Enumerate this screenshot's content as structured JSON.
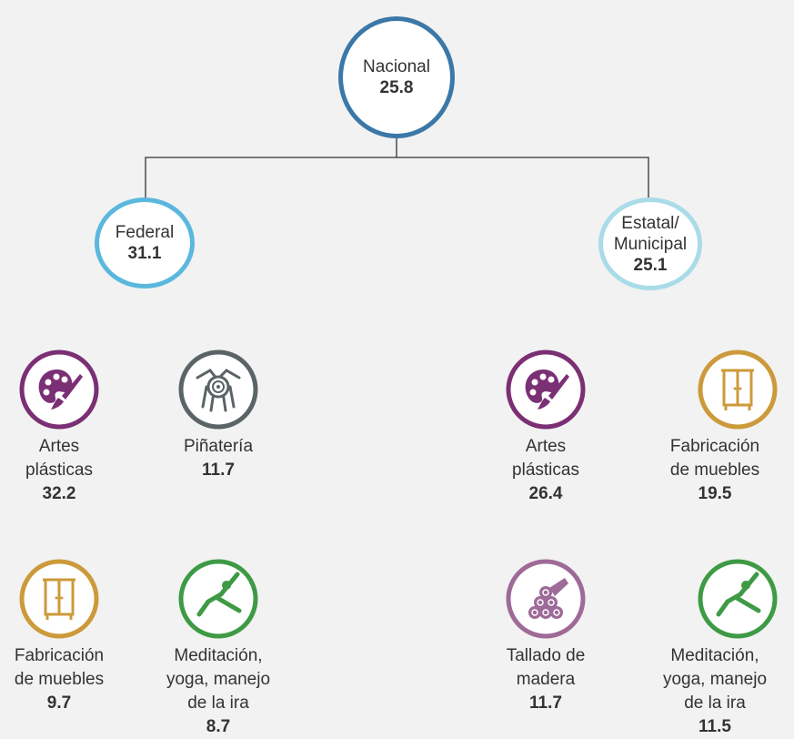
{
  "colors": {
    "background": "#f2f2f2",
    "nacional": "#3b78a8",
    "federal": "#5ab7dd",
    "estatal": "#a9dbe8",
    "artes": "#7b2f74",
    "pinateria": "#5a6466",
    "muebles": "#cc9a3a",
    "meditacion": "#3e9a45",
    "tallado": "#9e6a98",
    "connector": "#333333"
  },
  "nacional": {
    "label": "Nacional",
    "value": "25.8"
  },
  "federal": {
    "label": "Federal",
    "value": "31.1",
    "activities": [
      {
        "icon": "palette-brush-icon",
        "name": "Artes\nplásticas",
        "value": "32.2"
      },
      {
        "icon": "pinata-icon",
        "name": "Piñatería",
        "value": "11.7"
      },
      {
        "icon": "cabinet-icon",
        "name": "Fabricación\nde muebles",
        "value": "9.7"
      },
      {
        "icon": "yoga-pose-icon",
        "name": "Meditación,\nyoga, manejo\nde la ira",
        "value": "8.7"
      }
    ]
  },
  "estatal": {
    "label": "Estatal/\nMunicipal",
    "value": "25.1",
    "activities": [
      {
        "icon": "palette-brush-icon",
        "name": "Artes\nplásticas",
        "value": "26.4"
      },
      {
        "icon": "cabinet-icon",
        "name": "Fabricación\nde muebles",
        "value": "19.5"
      },
      {
        "icon": "wood-logs-icon",
        "name": "Tallado de\nmadera",
        "value": "11.7"
      },
      {
        "icon": "yoga-pose-icon",
        "name": "Meditación,\nyoga, manejo\nde la ira",
        "value": "11.5"
      }
    ]
  }
}
